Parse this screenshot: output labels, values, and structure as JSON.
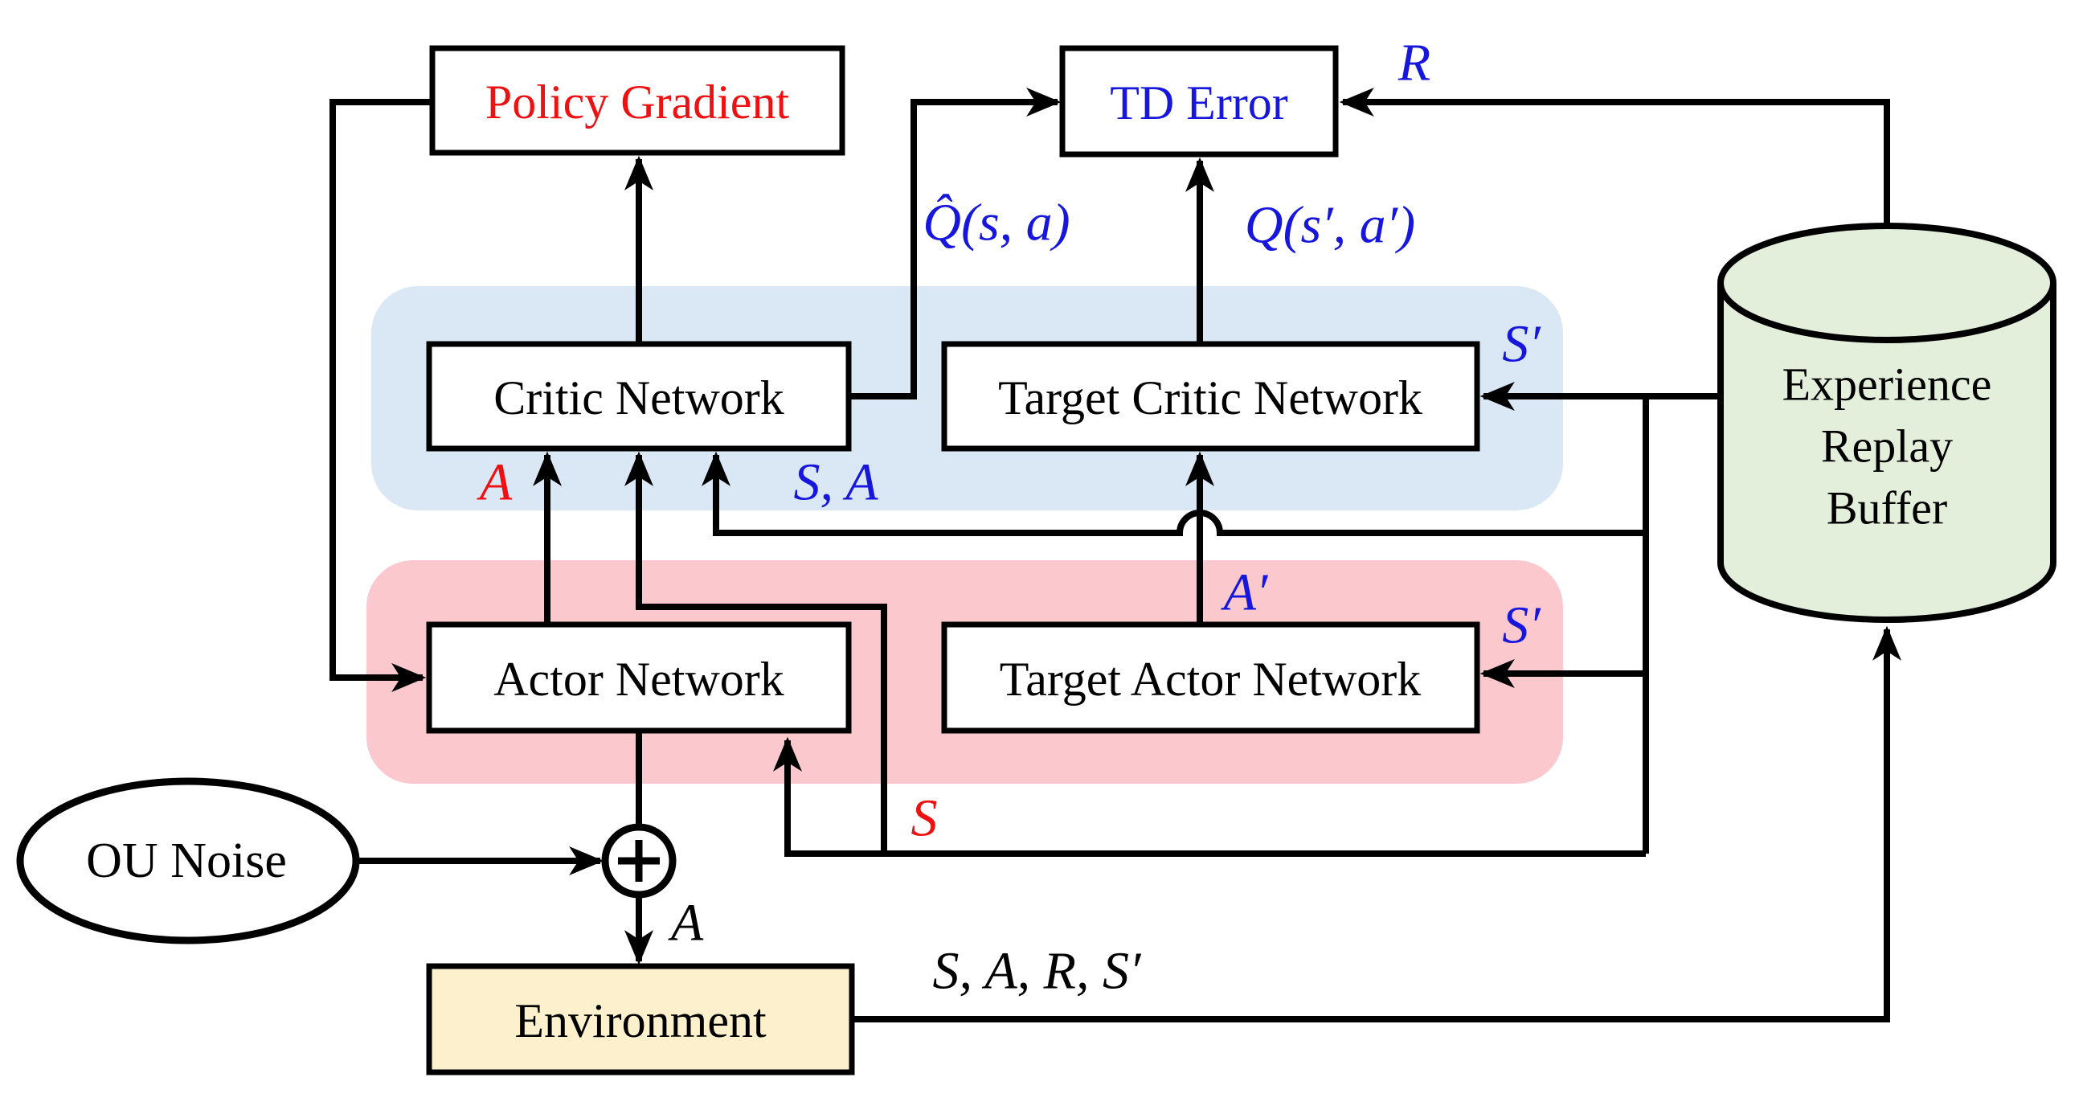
{
  "diagram_type": "DDPG reinforcement learning architecture diagram",
  "colors": {
    "background": "#ffffff",
    "line": "#000000",
    "region_blue": "#dae7f4",
    "region_pink": "#fbc8ce",
    "buffer_green": "#e3efda",
    "env_yellow": "#fdf1cd",
    "box_white": "#ffffff",
    "accent_red": "#ee1111",
    "accent_blue": "#1616dd",
    "text_black": "#000000"
  },
  "boxes": {
    "policy_gradient": "Policy Gradient",
    "td_error": "TD Error",
    "critic_network": "Critic Network",
    "target_critic_network": "Target Critic Network",
    "actor_network": "Actor Network",
    "target_actor_network": "Target Actor Network",
    "environment": "Environment"
  },
  "buffer": {
    "line1": "Experience",
    "line2": "Replay",
    "line3": "Buffer"
  },
  "nodes": {
    "ou_noise": "OU Noise",
    "sum_symbol": "⊕"
  },
  "signals": {
    "reward": "R",
    "q_hat": "Q̂(s, a)",
    "q_next": "Q(s′, a′)",
    "s_prime_to_target_critic": "S′",
    "s_prime_to_target_actor": "S′",
    "action_to_critic": "A",
    "state_action": "S, A",
    "action_prime": "A′",
    "state_to_networks": "S",
    "action_to_env": "A",
    "transition_tuple": "S, A, R, S′"
  }
}
